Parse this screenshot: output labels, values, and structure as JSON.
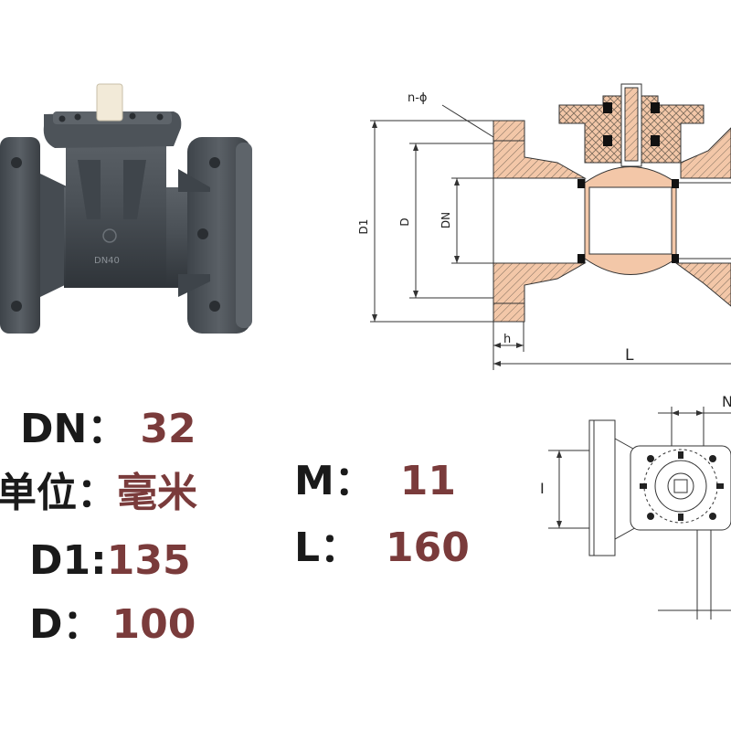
{
  "photo": {
    "body_marking": "DN40"
  },
  "section_drawing": {
    "labels": {
      "n_phi": "n-ϕ",
      "d1": "D1",
      "d": "D",
      "dn": "DN",
      "h": "h",
      "l": "L"
    }
  },
  "top_drawing": {
    "labels": {
      "n": "N",
      "i": "I"
    }
  },
  "specs": {
    "dn": {
      "key": "DN：",
      "value": "32"
    },
    "unit": {
      "key": "单位：",
      "value": "毫米"
    },
    "d1": {
      "key": "D1:",
      "value": "135"
    },
    "d": {
      "key": "D：",
      "value": "100"
    },
    "m": {
      "key": "M：",
      "value": "11"
    },
    "l": {
      "key": "L：",
      "value": "160"
    }
  },
  "colors": {
    "label_text": "#1a1a1a",
    "value_text": "#7a3b3b",
    "valve_body": "#4a5056",
    "hatch_fill": "#f3c7a8",
    "stem": "#f2ead8"
  }
}
